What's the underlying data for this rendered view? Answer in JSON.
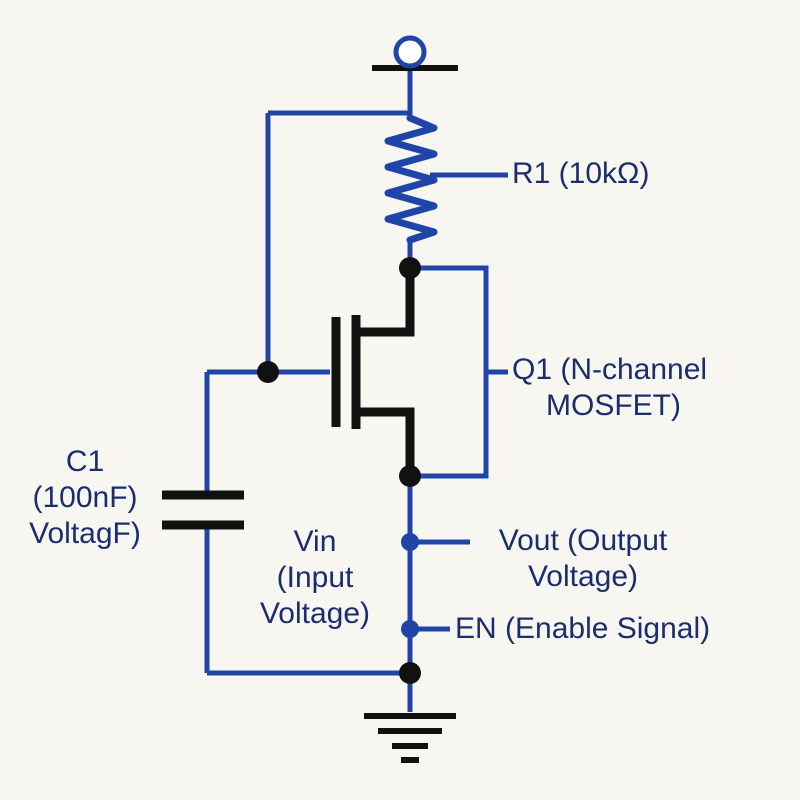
{
  "colors": {
    "background": "#f7f6f0",
    "wire": "#1f45a8",
    "component": "#111111",
    "label_text": "#1c2d6e"
  },
  "labels": {
    "r1": "R1 (10kΩ)",
    "q1": {
      "line1": "Q1 (N-channel",
      "line2": "MOSFET)"
    },
    "c1": {
      "line1": "C1",
      "line2": "(100nF)",
      "line3": "VoltagF)"
    },
    "vin": {
      "line1": "Vin",
      "line2": "(Input",
      "line3": "Voltage)"
    },
    "vout": {
      "line1": "Vout (Output",
      "line2": "Voltage)"
    },
    "en": "EN (Enable Signal)"
  },
  "symbols": {
    "supply": "vcc-terminal",
    "ground": "ground-symbol",
    "resistor": "resistor",
    "transistor": "n-channel-mosfet",
    "capacitor": "capacitor"
  }
}
